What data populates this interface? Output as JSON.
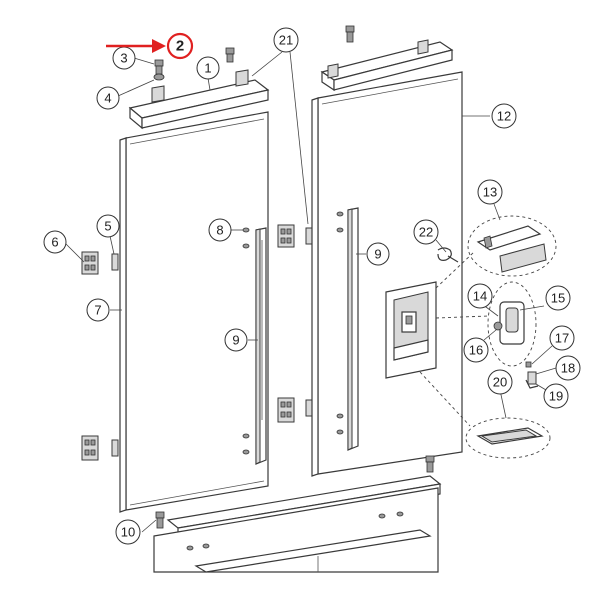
{
  "diagram": {
    "highlighted_part": "2",
    "callouts": [
      {
        "id": "c1",
        "label": "1"
      },
      {
        "id": "c2",
        "label": "2"
      },
      {
        "id": "c3",
        "label": "3"
      },
      {
        "id": "c4",
        "label": "4"
      },
      {
        "id": "c5",
        "label": "5"
      },
      {
        "id": "c6",
        "label": "6"
      },
      {
        "id": "c7",
        "label": "7"
      },
      {
        "id": "c8",
        "label": "8"
      },
      {
        "id": "c9a",
        "label": "9"
      },
      {
        "id": "c9b",
        "label": "9"
      },
      {
        "id": "c10",
        "label": "10"
      },
      {
        "id": "c12",
        "label": "12"
      },
      {
        "id": "c13",
        "label": "13"
      },
      {
        "id": "c14",
        "label": "14"
      },
      {
        "id": "c15",
        "label": "15"
      },
      {
        "id": "c16",
        "label": "16"
      },
      {
        "id": "c17",
        "label": "17"
      },
      {
        "id": "c18",
        "label": "18"
      },
      {
        "id": "c19",
        "label": "19"
      },
      {
        "id": "c20",
        "label": "20"
      },
      {
        "id": "c21",
        "label": "21"
      },
      {
        "id": "c22",
        "label": "22"
      }
    ],
    "colors": {
      "line": "#3a3a3a",
      "highlight": "#e02020"
    }
  }
}
